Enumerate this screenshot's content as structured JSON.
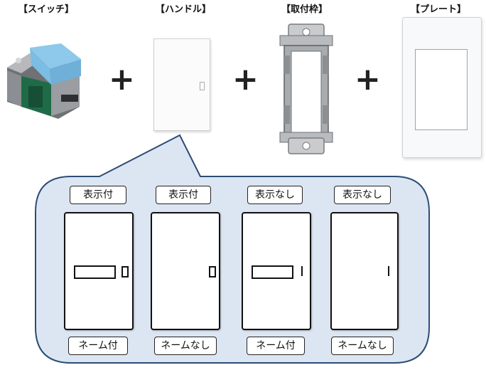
{
  "components": {
    "switch": {
      "title": "【スイッチ】"
    },
    "handle": {
      "title": "【ハンドル】"
    },
    "frame": {
      "title": "【取付枠】"
    },
    "plate": {
      "title": "【プレート】"
    },
    "plus": "+"
  },
  "variants": [
    {
      "top": "表示付",
      "bottom": "ネーム付",
      "nameplate": true,
      "indicator": "rect"
    },
    {
      "top": "表示付",
      "bottom": "ネームなし",
      "nameplate": false,
      "indicator": "rect"
    },
    {
      "top": "表示なし",
      "bottom": "ネーム付",
      "nameplate": true,
      "indicator": "line"
    },
    {
      "top": "表示なし",
      "bottom": "ネームなし",
      "nameplate": false,
      "indicator": "line"
    }
  ],
  "colors": {
    "callout_fill": "#dce6f2",
    "callout_stroke": "#2c4d74",
    "switch_blue": "#8ec8ea"
  }
}
